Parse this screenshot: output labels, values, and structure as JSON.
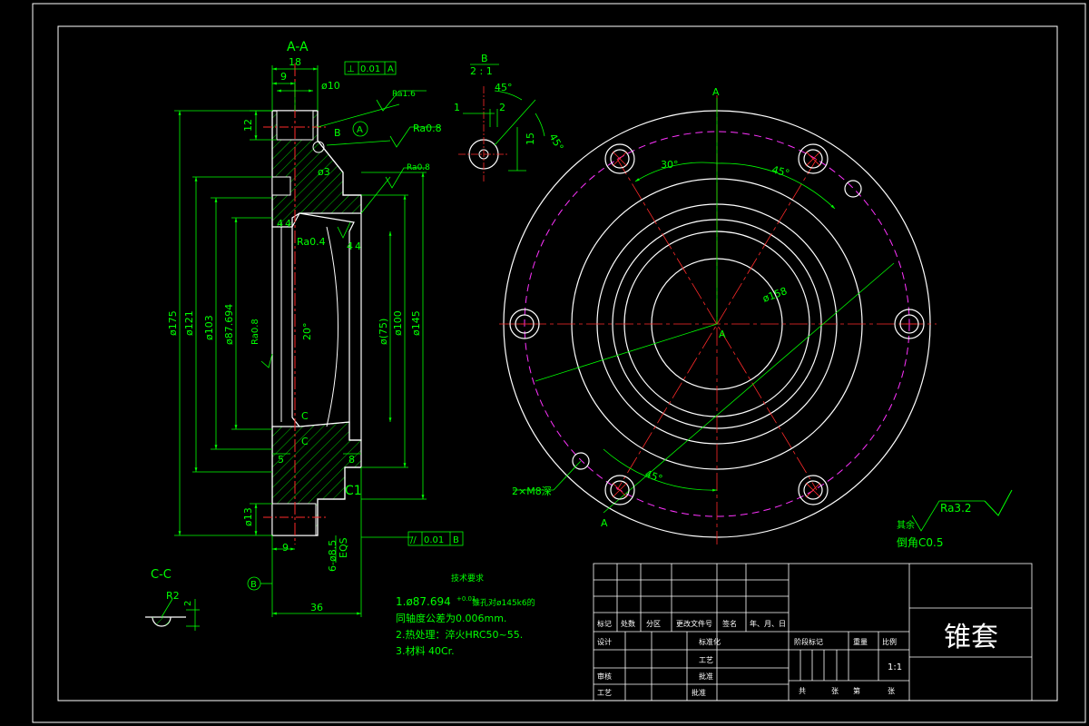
{
  "colors": {
    "background": "#000000",
    "outline": "#ffffff",
    "dimension": "#00ff00",
    "centerline": "#ff2a2a",
    "hidden": "#ff33ff",
    "thread": "#00ffff"
  },
  "section_aa": {
    "title": "A-A",
    "dims": {
      "d18": "18",
      "d9top": "9",
      "d10": "ø10",
      "d12": "12",
      "d3": "ø3",
      "d175": "ø175",
      "d121": "ø121",
      "d103": "ø103",
      "d87": "ø87.694",
      "d75": "ø(75)",
      "d100": "ø100",
      "d145": "ø145",
      "d4a": "4",
      "d4b": "4",
      "d4c": "4",
      "d4d": "4",
      "d5": "5",
      "d8": "8",
      "d13": "ø13",
      "d9bot": "9",
      "d36": "36",
      "d6m": "6-ø8.5",
      "eqs": "EQS",
      "c1": "C1",
      "angle": "20°",
      "c_label1": "C",
      "c_label2": "C",
      "b_label": "B",
      "a_label": "A"
    },
    "rough": {
      "r16": "Ra1.6",
      "r08a": "Ra0.8",
      "r08b": "Ra0.8",
      "r04": "Ra0.4",
      "r08c": "Ra0.8"
    },
    "tol_top": {
      "sym": "⊥",
      "val": "0.01",
      "ref": "A"
    },
    "tol_bot": {
      "sym": "//",
      "val": "0.01",
      "ref": "B"
    },
    "datum_b": "B"
  },
  "detail_b": {
    "title": "B",
    "scale": "2 : 1",
    "dims": {
      "a1": "45°",
      "a2": "45°",
      "w1": "1",
      "w2": "2",
      "h": "15"
    }
  },
  "section_cc": {
    "title": "C-C",
    "radius": "R2",
    "dim": "2"
  },
  "plan_view": {
    "label_a_top": "A",
    "label_a_mid": "A",
    "label_a_bot": "A",
    "ang30": "30°",
    "ang45a": "45°",
    "ang45b": "45°",
    "d158": "ø158",
    "holes": "2×M8深"
  },
  "tech_req": {
    "title": "技术要求",
    "line1a": "1.ø87.694",
    "line1b": "+0.01",
    "line1c": "锥孔对ø145k6的",
    "line2": "同轴度公差为0.006mm.",
    "line3": "2.热处理：淬火HRC50~55.",
    "line4": "3.材料 40Cr."
  },
  "surface_note": {
    "prefix": "其余",
    "ra": "Ra3.2",
    "chamfer": "倒角C0.5"
  },
  "title_block": {
    "part_name": "锥套",
    "row_headers": [
      "标记",
      "处数",
      "分区",
      "更改文件号",
      "签名",
      "年、月、日"
    ],
    "design": "设计",
    "standard": "标准化",
    "review": "审核",
    "process": "工艺",
    "approve": "批准",
    "stage_mark": "阶段标记",
    "weight": "重量",
    "scale_label": "比例",
    "scale_value": "1:1",
    "sheets": "共",
    "sheet_of": "张",
    "sheet_no": "第",
    "sheet_end": "张"
  }
}
